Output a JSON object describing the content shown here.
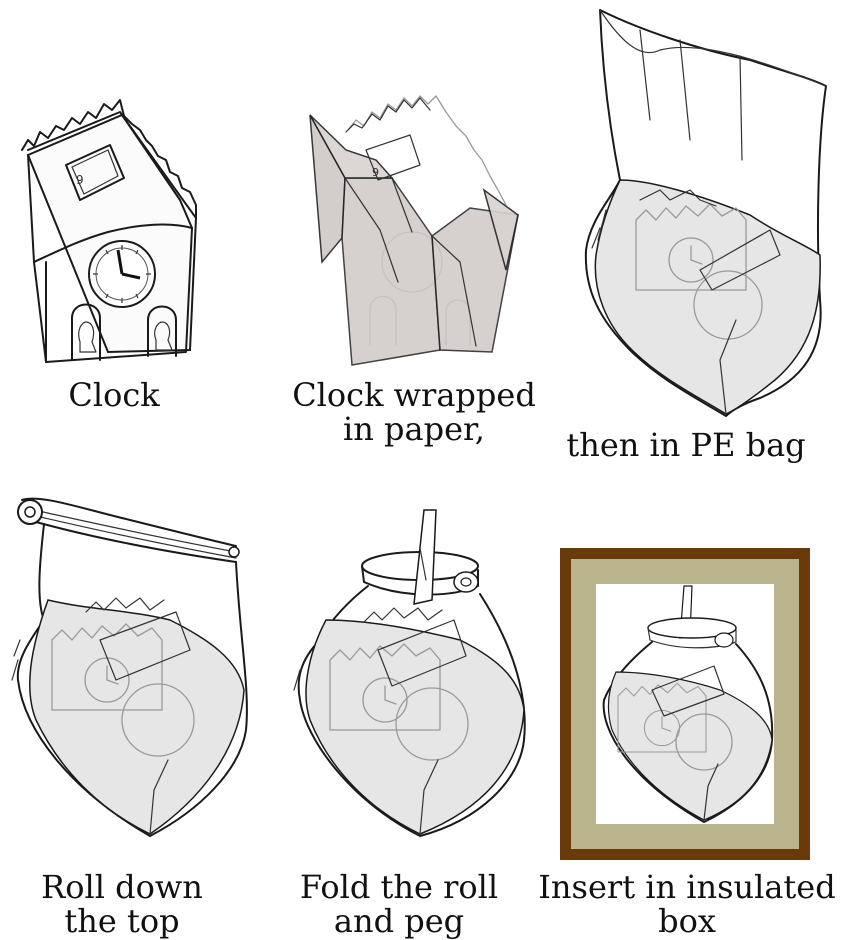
{
  "steps": [
    {
      "caption_lines": [
        "Clock"
      ]
    },
    {
      "caption_lines": [
        "Clock wrapped",
        "in paper,"
      ]
    },
    {
      "caption_lines": [
        "then in PE bag"
      ]
    },
    {
      "caption_lines": [
        "Roll down",
        "the top"
      ]
    },
    {
      "caption_lines": [
        "Fold the roll",
        "and peg"
      ]
    },
    {
      "caption_lines": [
        "Insert in insulated",
        "box"
      ]
    }
  ],
  "colors": {
    "paper_wrap": "#cfc8c6",
    "bag_fill": "#e6e6e6",
    "box_outer": "#6b3a0a",
    "box_insulation": "#bab48c",
    "peg": "#ffffff"
  },
  "icons": [
    "clock-drawing",
    "wrapped-clock-drawing",
    "bagged-clock-drawing",
    "rolled-bag-drawing",
    "pegged-bag-drawing",
    "insulated-box-drawing"
  ]
}
